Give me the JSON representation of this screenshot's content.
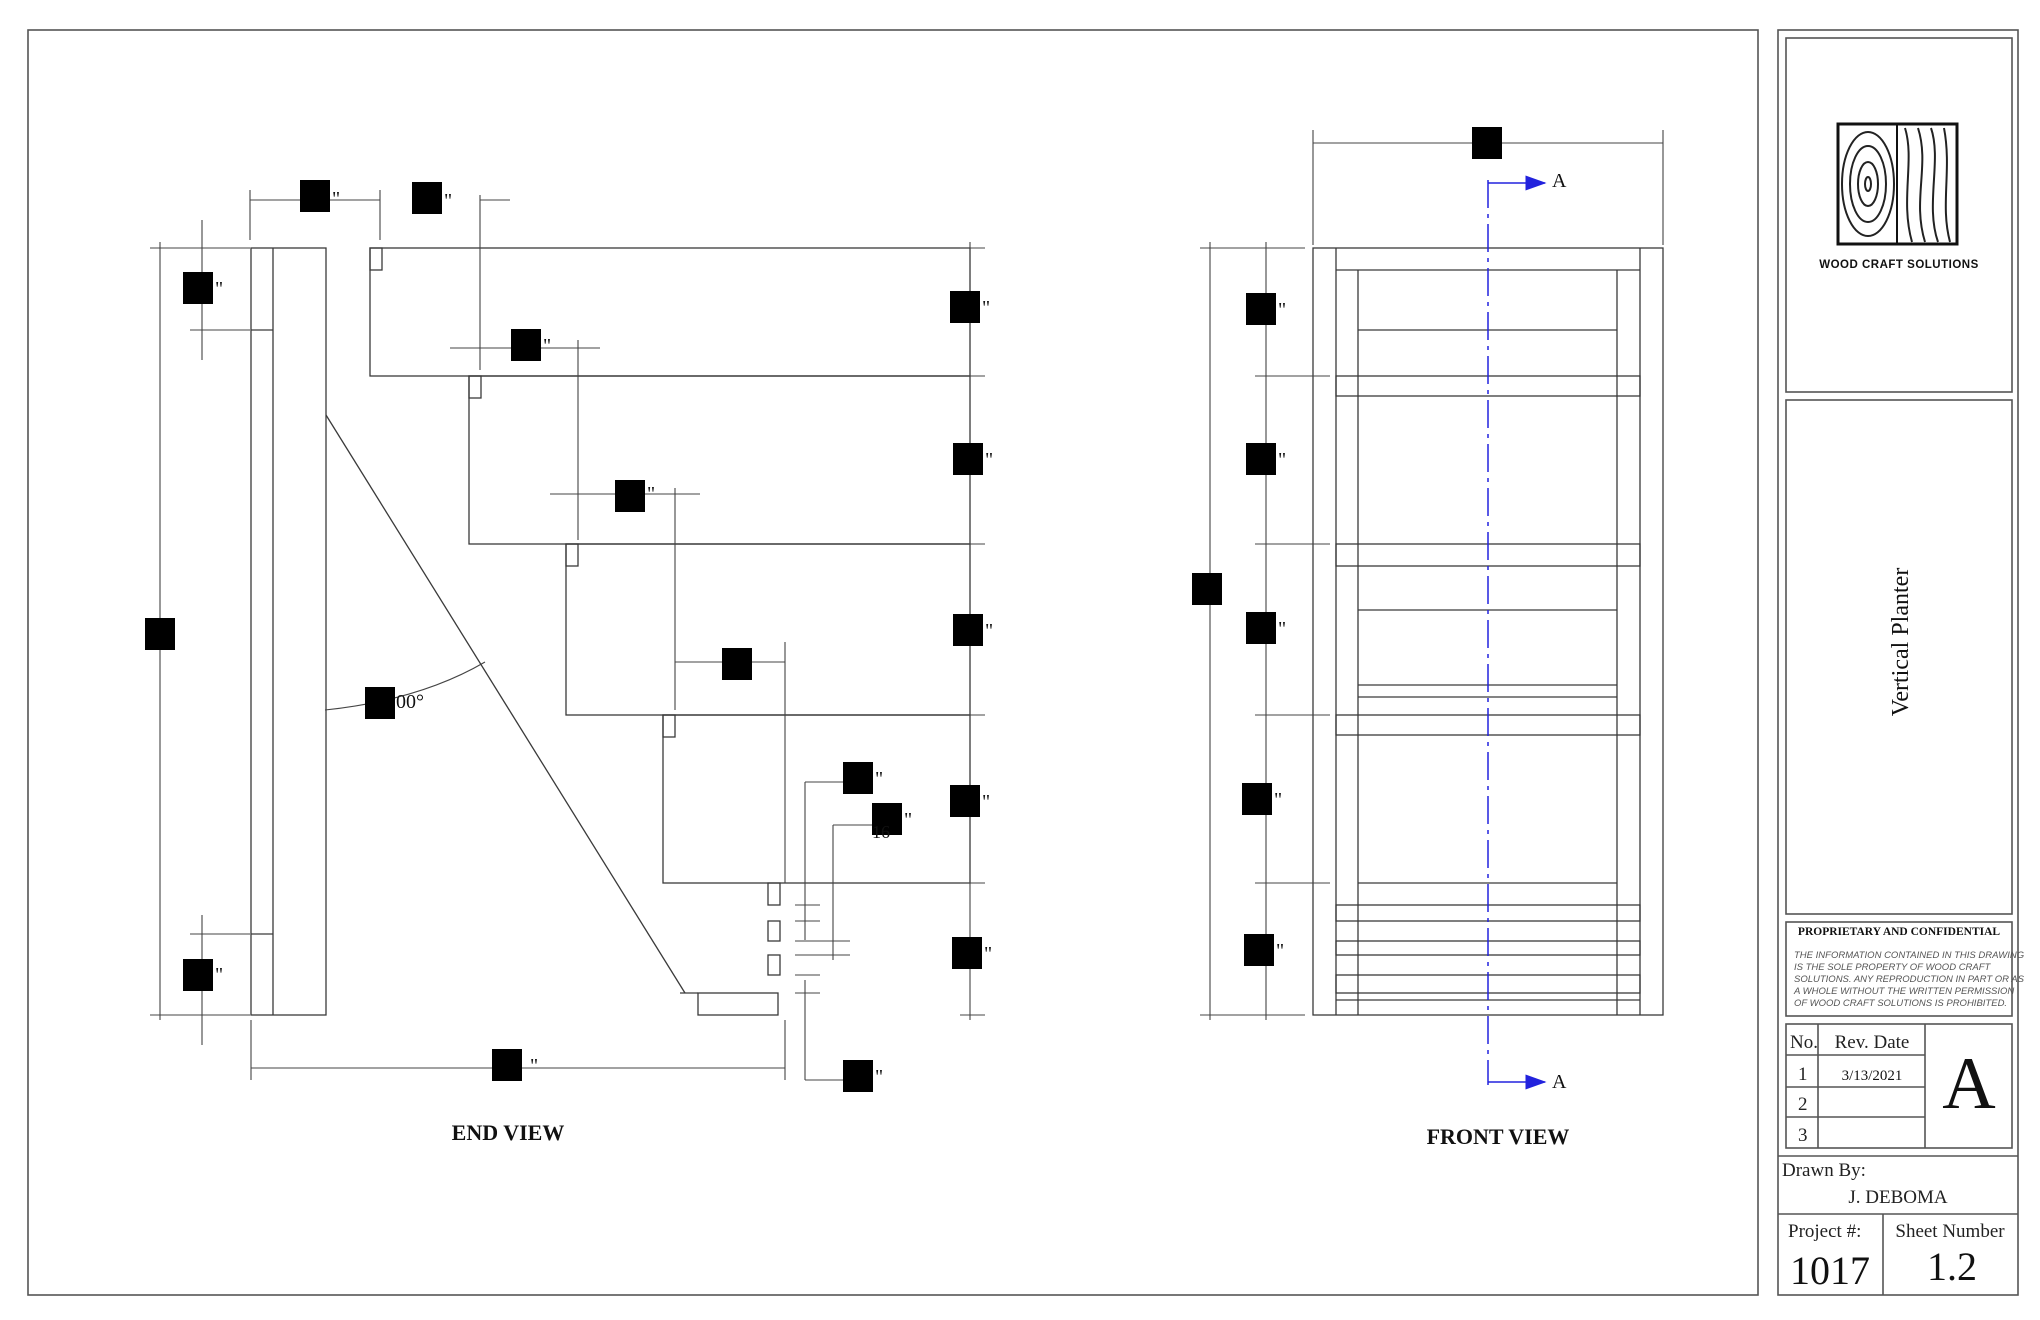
{
  "views": {
    "end_view_title": "END VIEW",
    "front_view_title": "FRONT VIEW"
  },
  "dimensions": {
    "inch_mark": "\"",
    "angle_partial": "00°",
    "partial_16": "16",
    "section_marker": "A"
  },
  "title_block": {
    "company": "WOOD CRAFT SOLUTIONS",
    "drawing_title": "Vertical Planter",
    "proprietary_heading": "PROPRIETARY AND CONFIDENTIAL",
    "proprietary_text": [
      "THE INFORMATION CONTAINED IN THIS DRAWING",
      "IS THE SOLE PROPERTY OF WOOD CRAFT",
      "SOLUTIONS. ANY REPRODUCTION IN PART OR AS",
      "A WHOLE WITHOUT THE WRITTEN PERMISSION",
      "OF WOOD CRAFT SOLUTIONS IS PROHIBITED."
    ],
    "rev_header_no": "No.",
    "rev_header_date": "Rev. Date",
    "revisions": [
      {
        "no": "1",
        "date": "3/13/2021"
      },
      {
        "no": "2",
        "date": ""
      },
      {
        "no": "3",
        "date": ""
      }
    ],
    "sheet_size": "A",
    "drawn_by_label": "Drawn By:",
    "drawn_by": "J. DEBOMA",
    "project_label": "Project #:",
    "project_number": "1017",
    "sheet_label": "Sheet Number",
    "sheet_number": "1.2"
  },
  "colors": {
    "section_line": "#2222dd",
    "redaction": "#000000"
  }
}
